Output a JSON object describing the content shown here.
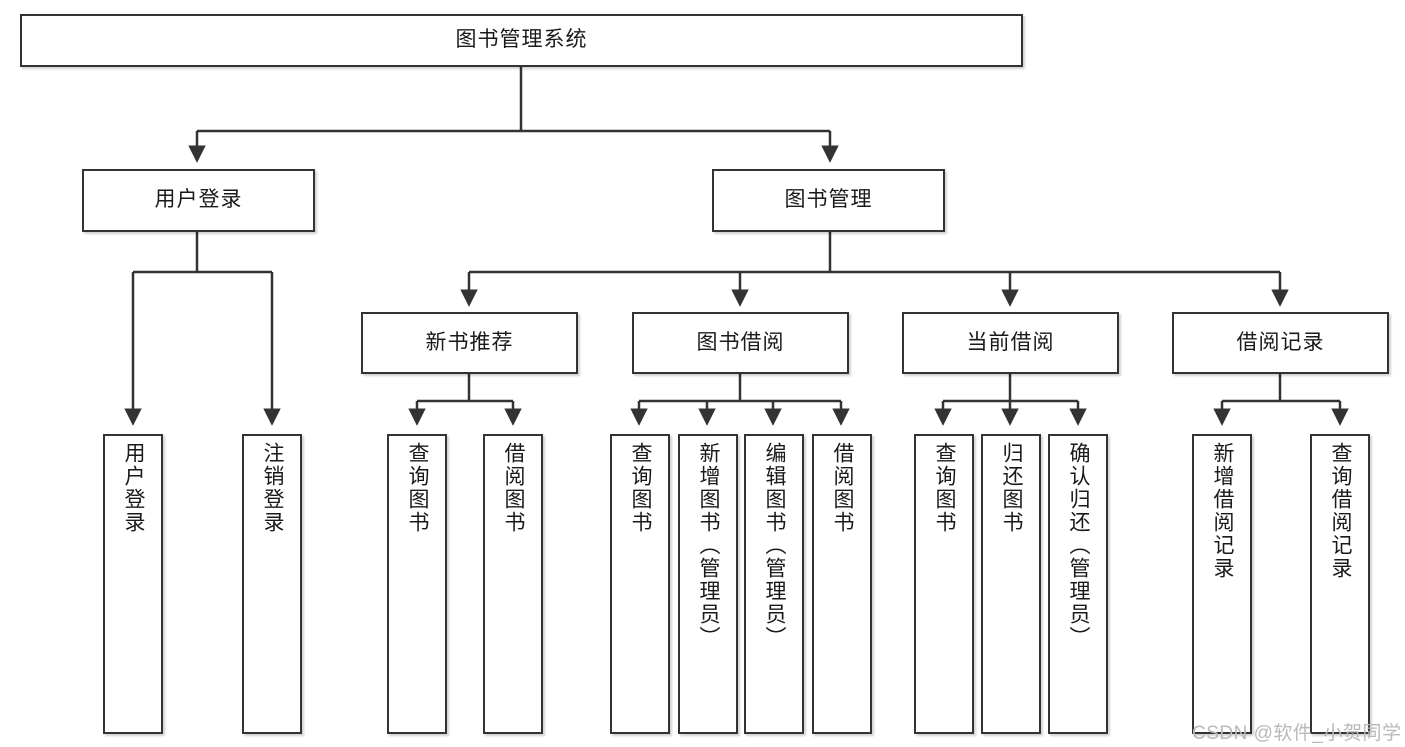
{
  "diagram": {
    "title": "图书管理系统",
    "type": "tree",
    "watermark": "CSDN @软件_小贺同学",
    "colors": {
      "box_border": "#333333",
      "box_fill": "#ffffff",
      "edge": "#333333",
      "text": "#1a1a1a",
      "watermark": "#b9b9b9",
      "background": "#ffffff"
    },
    "nodes": {
      "root": {
        "label": "图书管理系统"
      },
      "level1": [
        {
          "id": "user_login",
          "label": "用户登录"
        },
        {
          "id": "book_manage",
          "label": "图书管理"
        }
      ],
      "level2": [
        {
          "id": "new_book_rec",
          "label": "新书推荐"
        },
        {
          "id": "book_borrow",
          "label": "图书借阅"
        },
        {
          "id": "current_borrow",
          "label": "当前借阅"
        },
        {
          "id": "borrow_record",
          "label": "借阅记录"
        }
      ],
      "leaves": {
        "user_login": [
          {
            "id": "leaf_user_login",
            "label": "用户登录"
          },
          {
            "id": "leaf_user_logout",
            "label": "注销登录"
          }
        ],
        "new_book_rec": [
          {
            "id": "leaf_query_book_1",
            "label": "查询图书"
          },
          {
            "id": "leaf_borrow_book_1",
            "label": "借阅图书"
          }
        ],
        "book_borrow": [
          {
            "id": "leaf_query_book_2",
            "label": "查询图书"
          },
          {
            "id": "leaf_add_book",
            "label": "新增图书（管理员）"
          },
          {
            "id": "leaf_edit_book",
            "label": "编辑图书（管理员）"
          },
          {
            "id": "leaf_borrow_book_2",
            "label": "借阅图书"
          }
        ],
        "current_borrow": [
          {
            "id": "leaf_query_book_3",
            "label": "查询图书"
          },
          {
            "id": "leaf_return_book",
            "label": "归还图书"
          },
          {
            "id": "leaf_confirm_return",
            "label": "确认归还（管理员）"
          }
        ],
        "borrow_record": [
          {
            "id": "leaf_add_record",
            "label": "新增借阅记录"
          },
          {
            "id": "leaf_query_record",
            "label": "查询借阅记录"
          }
        ]
      }
    }
  }
}
